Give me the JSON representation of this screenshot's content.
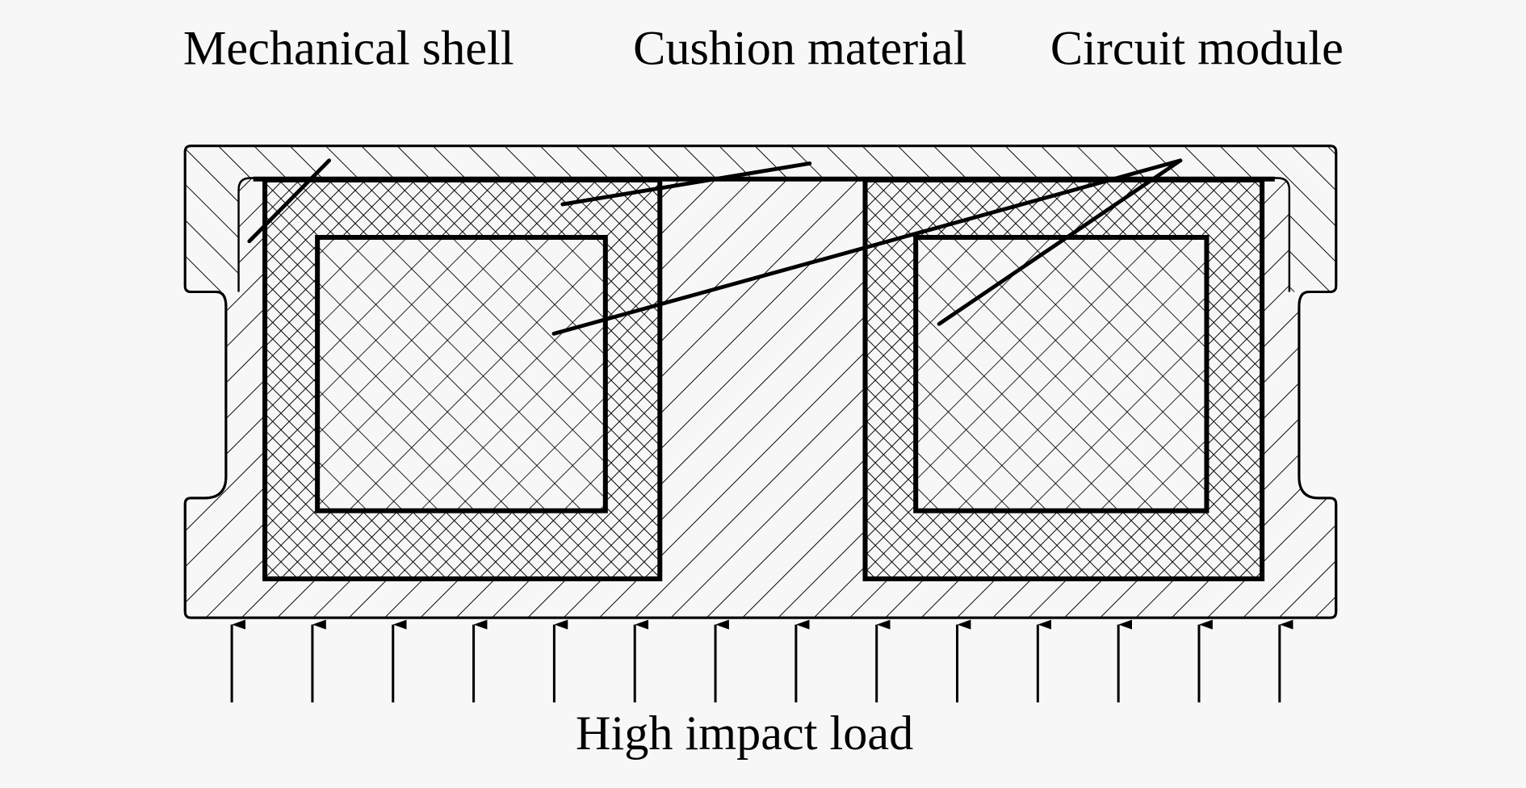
{
  "labels": {
    "mechanical_shell": "Mechanical shell",
    "cushion_material": "Cushion material",
    "circuit_module": "Circuit module",
    "high_impact_load": "High impact load"
  },
  "load_arrow_count": 14,
  "colors": {
    "ink": "#000000",
    "background": "#f7f7f7"
  }
}
